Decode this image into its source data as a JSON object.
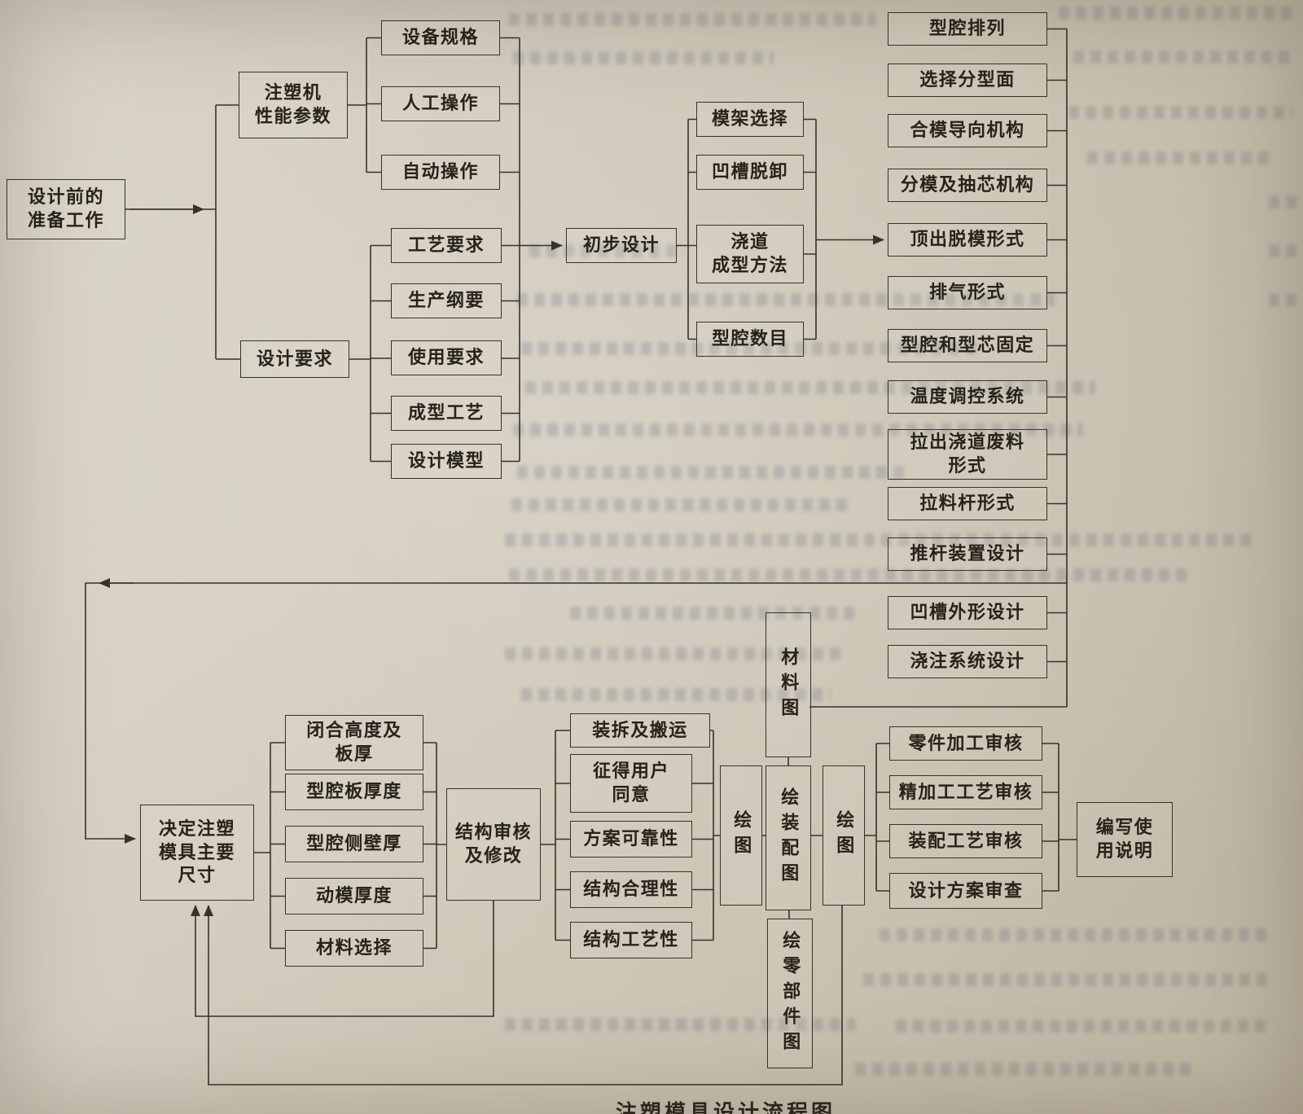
{
  "page": {
    "caption": "注塑模具设计流程图"
  },
  "nodes": {
    "prep": "设计前的\n准备工作",
    "machine_params": "注塑机\n性能参数",
    "design_req": "设计要求",
    "equip_spec": "设备规格",
    "manual_op": "人工操作",
    "auto_op": "自动操作",
    "process_req": "工艺要求",
    "prod_outline": "生产纲要",
    "usage_req": "使用要求",
    "molding_process": "成型工艺",
    "design_model": "设计模型",
    "prelim_design": "初步设计",
    "mold_base": "模架选择",
    "groove_release": "凹槽脱卸",
    "runner_method": "浇道\n成型方法",
    "cavity_count": "型腔数目",
    "cavity_layout": "型腔排列",
    "parting_surface": "选择分型面",
    "guide_mech": "合模导向机构",
    "core_pull": "分模及抽芯机构",
    "eject_form": "顶出脱模形式",
    "vent_form": "排气形式",
    "cavity_fix": "型腔和型芯固定",
    "temp_ctrl": "温度调控系统",
    "runner_waste": "拉出浇道废料\n形式",
    "puller_rod": "拉料杆形式",
    "ejector_device": "推杆装置设计",
    "groove_shape": "凹槽外形设计",
    "gating_system": "浇注系统设计",
    "main_dims": "决定注塑\n模具主要\n尺寸",
    "close_height": "闭合高度及\n板厚",
    "cavity_plate": "型腔板厚度",
    "cavity_wall": "型腔侧壁厚",
    "moving_thick": "动模厚度",
    "material_sel": "材料选择",
    "struct_review": "结构审核\n及修改",
    "dismount": "装拆及搬运",
    "user_consent": "征得用户\n同意",
    "reliability": "方案可靠性",
    "rationality": "结构合理性",
    "manufacturability": "结构工艺性",
    "draw1": "绘图",
    "material_dwg": "材料图",
    "assembly_dwg": "绘装配图",
    "parts_dwg": "绘零部件图",
    "draw2": "绘图",
    "part_check": "零件加工审核",
    "finish_check": "精加工工艺审核",
    "assembly_check": "装配工艺审核",
    "scheme_check": "设计方案审查",
    "write_manual": "编写使\n用说明"
  }
}
